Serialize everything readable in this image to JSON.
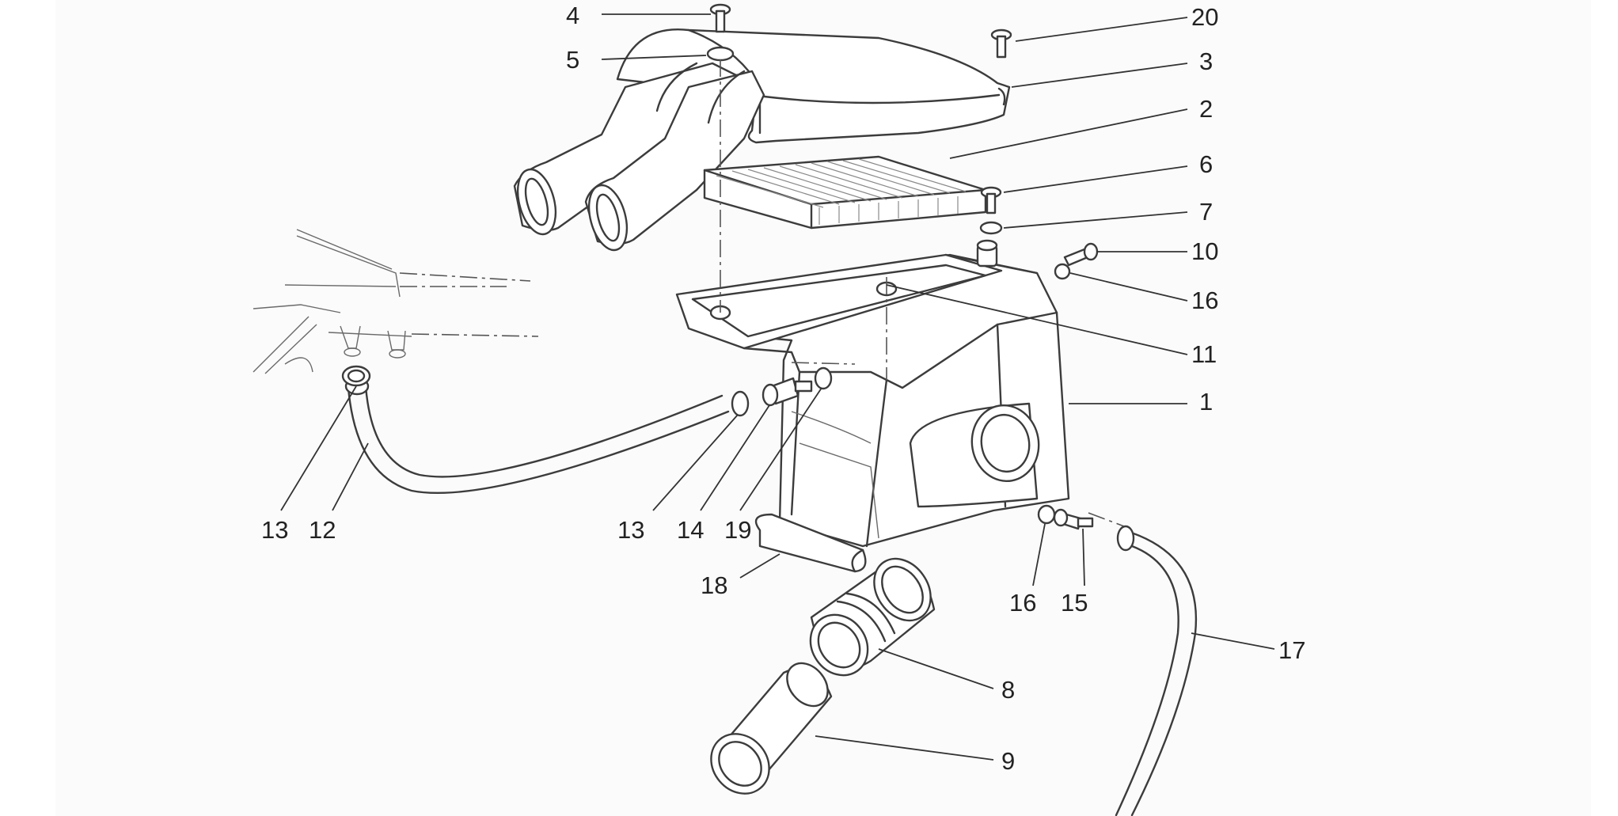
{
  "callouts": {
    "c1": "1",
    "c2": "2",
    "c3": "3",
    "c4": "4",
    "c5": "5",
    "c6": "6",
    "c7": "7",
    "c8": "8",
    "c9": "9",
    "c10": "10",
    "c11": "11",
    "c12": "12",
    "c13_left": "13",
    "c13_mid": "13",
    "c14": "14",
    "c15": "15",
    "c16_upper": "16",
    "c16_lower": "16",
    "c17": "17",
    "c18": "18",
    "c19": "19",
    "c20": "20"
  }
}
